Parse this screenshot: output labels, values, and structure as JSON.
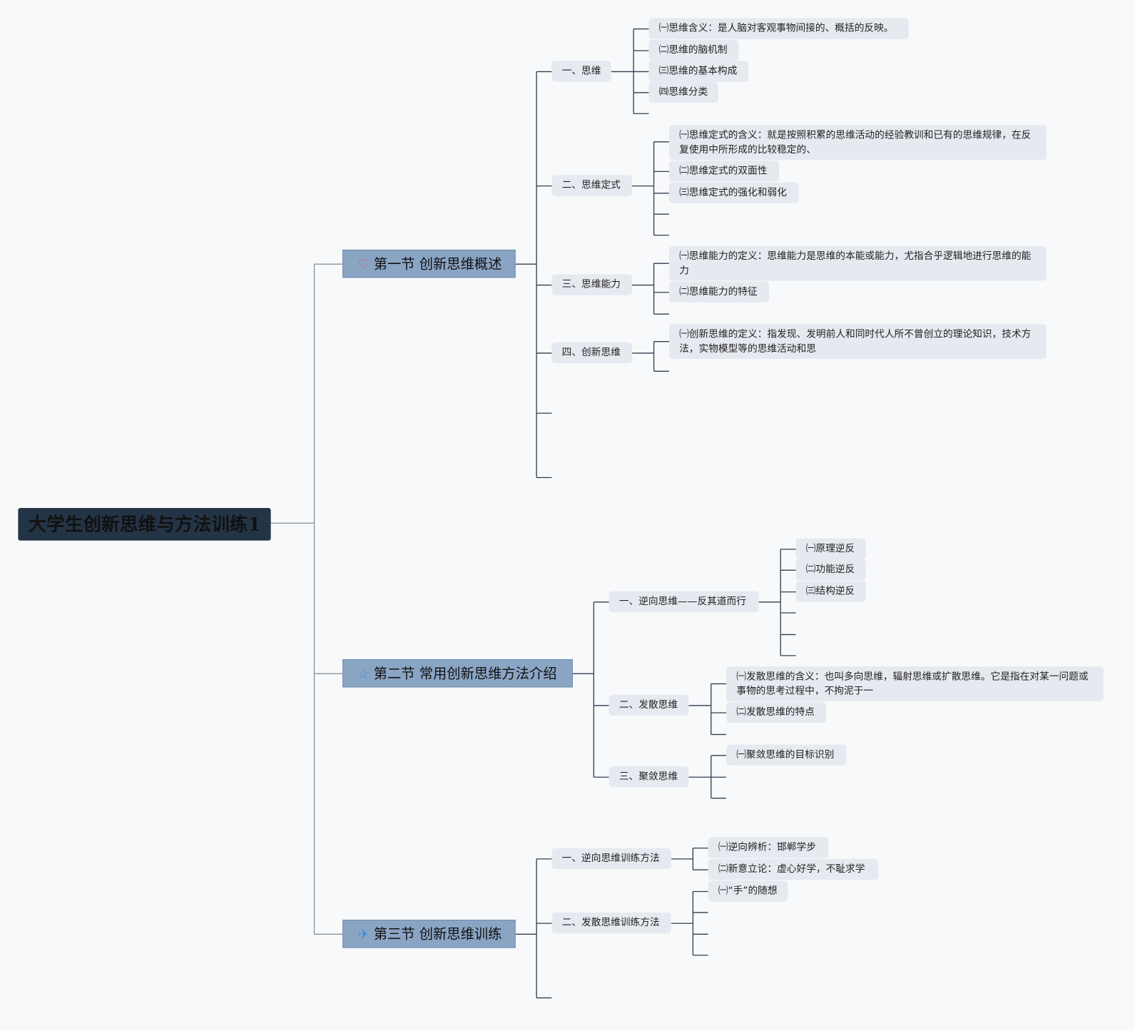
{
  "root": {
    "title": "大学生创新思维与方法训练1"
  },
  "s1": {
    "title": "第一节 创新思维概述",
    "icon": "♡",
    "icon_color": "#d9534f",
    "t1": {
      "label": "一、思维",
      "items": [
        "㈠思维含义：是人脑对客观事物间接的、概括的反映。",
        "㈡思维的脑机制",
        "㈢思维的基本构成",
        "㈣思维分类"
      ]
    },
    "t2": {
      "label": "二、思维定式",
      "items": [
        "㈠思维定式的含义：就是按照积累的思维活动的经验教训和已有的思维规律，在反复使用中所形成的比较稳定的、",
        "㈡思维定式的双面性",
        "㈢思维定式的强化和弱化"
      ]
    },
    "t3": {
      "label": "三、思维能力",
      "items": [
        "㈠思维能力的定义：思维能力是思维的本能或能力，尤指合乎逻辑地进行思维的能力",
        "㈡思维能力的特征"
      ]
    },
    "t4": {
      "label": "四、创新思维",
      "items": [
        "㈠创新思维的定义：指发现、发明前人和同时代人所不曾创立的理论知识，技术方法，实物模型等的思维活动和思"
      ]
    }
  },
  "s2": {
    "title": "第二节 常用创新思维方法介绍",
    "icon": "☆",
    "icon_color": "#3d8fd8",
    "t1": {
      "label": "一、逆向思维——反其道而行",
      "items": [
        "㈠原理逆反",
        "㈡功能逆反",
        "㈢结构逆反"
      ]
    },
    "t2": {
      "label": "二、发散思维",
      "items": [
        "㈠发散思维的含义：也叫多向思维，辐射思维或扩散思维。它是指在对某一问题或事物的思考过程中，不拘泥于一",
        "㈡发散思维的特点"
      ]
    },
    "t3": {
      "label": "三、聚敛思维",
      "items": [
        "㈠聚敛思维的目标识别"
      ]
    }
  },
  "s3": {
    "title": "第三节 创新思维训练",
    "icon": "✈",
    "icon_color": "#3d8fd8",
    "t1": {
      "label": "一、逆向思维训练方法",
      "items": [
        "㈠逆向辨析：邯郸学步",
        "㈡新意立论：虚心好学，不耻求学"
      ]
    },
    "t2": {
      "label": "二、发散思维训练方法",
      "items": [
        "㈠“手”的随想"
      ]
    }
  },
  "colors": {
    "root_bg": "#243447",
    "section_bg": "#8aa4c4",
    "topic_bg": "#e6e9ef",
    "line_main": "#8a919a",
    "line_sub": "#2f3e50"
  }
}
